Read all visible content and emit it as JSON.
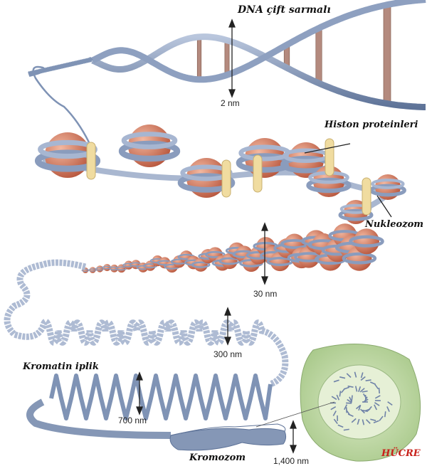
{
  "labels": {
    "dna": "DNA çift sarmalı",
    "histone": "Histon proteinleri",
    "nucleosome": "Nukleozom",
    "chromatin": "Kromatin iplik",
    "chromosome": "Kromozom",
    "cell": "HÜCRE"
  },
  "dimensions": {
    "dna": "2 nm",
    "fiber30": "30 nm",
    "loops300": "300 nm",
    "coil700": "700 nm",
    "chromosome1400": "1,400 nm"
  },
  "colors": {
    "strand": "#7f93b5",
    "histone": "#d9846b",
    "linker": "#f0dca0",
    "cell": "#bcd6a0",
    "nucleus": "#e2efd0",
    "cellLabel": "#c8201a"
  }
}
